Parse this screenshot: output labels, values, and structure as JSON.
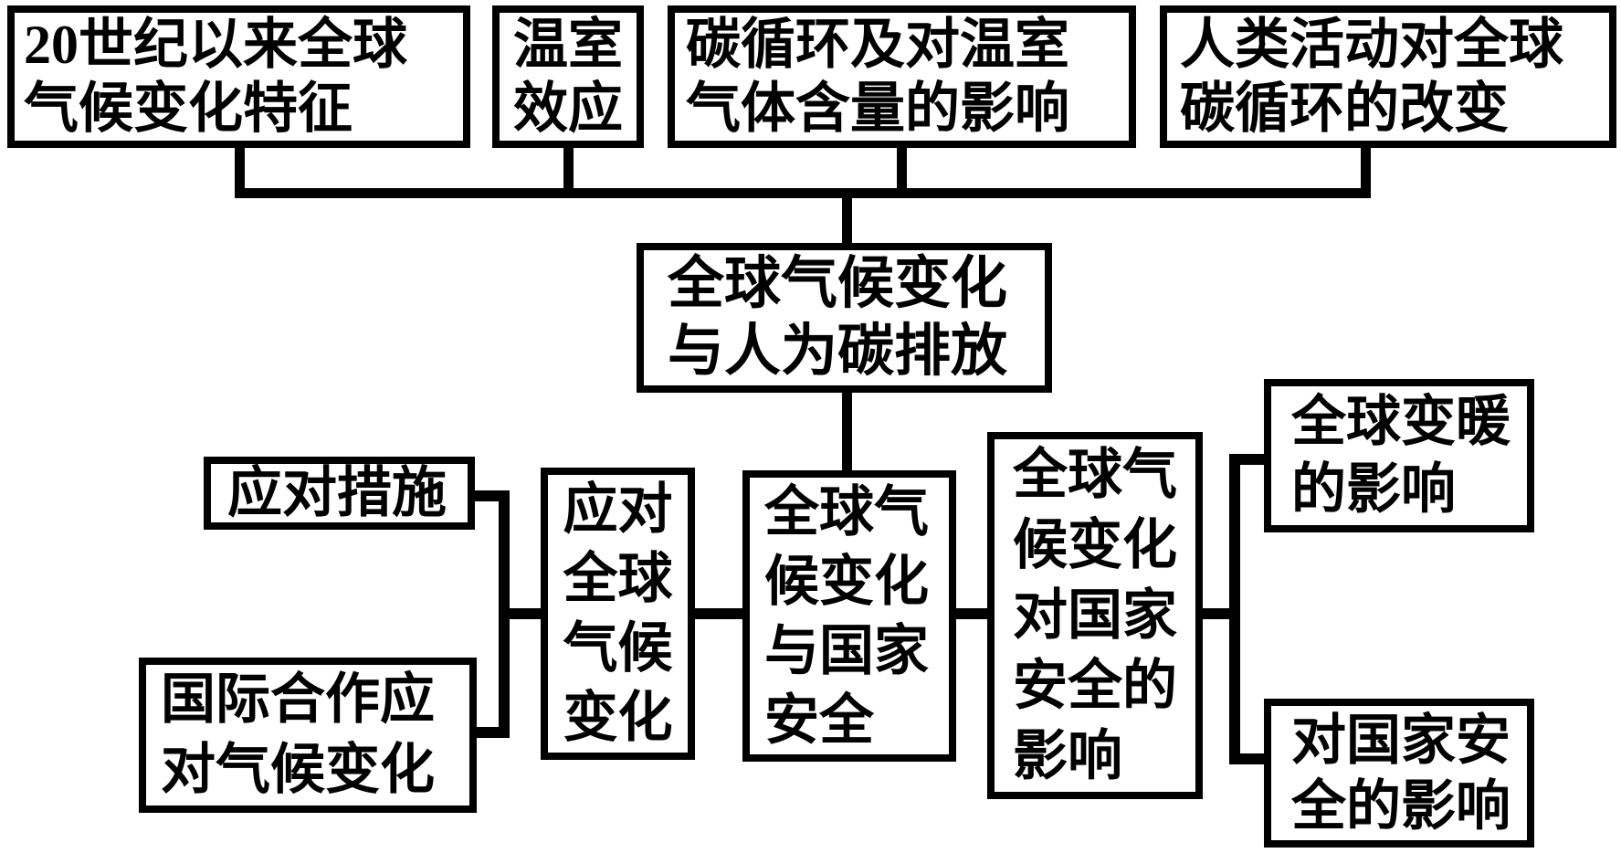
{
  "diagram": {
    "background_color": "#ffffff",
    "line_color": "#000000",
    "nodes": {
      "climate_features": "20世纪以来全球\n气候变化特征",
      "greenhouse_effect": "温室\n效应",
      "carbon_cycle": "碳循环及对温室\n气体含量的影响",
      "human_activity": "人类活动对全球\n碳循环的改变",
      "central_topic": "全球气候变化\n与人为碳排放",
      "measures": "应对措施",
      "intl_cooperation": "国际合作应\n对气候变化",
      "respond_climate": "应对\n全球\n气候\n变化",
      "climate_security": "全球气\n候变化\n与国家\n安全",
      "security_impact": "全球气\n候变化\n对国家\n安全的\n影响",
      "warming_impact": "全球变暖\n的影响",
      "natsec_impact": "对国家安\n全的影响"
    },
    "edges": [
      {
        "from": "climate_features",
        "to": "central_topic"
      },
      {
        "from": "greenhouse_effect",
        "to": "central_topic"
      },
      {
        "from": "carbon_cycle",
        "to": "central_topic"
      },
      {
        "from": "human_activity",
        "to": "central_topic"
      },
      {
        "from": "central_topic",
        "to": "climate_security"
      },
      {
        "from": "measures",
        "to": "respond_climate"
      },
      {
        "from": "intl_cooperation",
        "to": "respond_climate"
      },
      {
        "from": "respond_climate",
        "to": "climate_security"
      },
      {
        "from": "climate_security",
        "to": "security_impact"
      },
      {
        "from": "security_impact",
        "to": "warming_impact"
      },
      {
        "from": "security_impact",
        "to": "natsec_impact"
      }
    ]
  }
}
